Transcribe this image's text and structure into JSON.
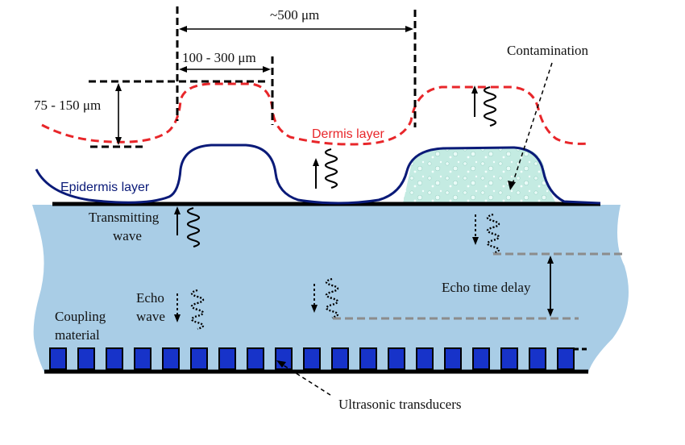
{
  "labels": {
    "width_500": "~500 μm",
    "width_100_300": "100 - 300 μm",
    "height_75_150": "75 - 150 μm",
    "contamination": "Contamination",
    "dermis_layer": "Dermis layer",
    "epidermis_layer": "Epidermis layer",
    "transmitting_wave_1": "Transmitting",
    "transmitting_wave_2": "wave",
    "echo_wave_1": "Echo",
    "echo_wave_2": "wave",
    "coupling_material_1": "Coupling",
    "coupling_material_2": "material",
    "echo_time_delay": "Echo time delay",
    "ultrasonic_transducers": "Ultrasonic transducers"
  },
  "colors": {
    "dermis": "#e8262a",
    "epidermis": "#0a1a78",
    "coupling": "#a9cde6",
    "transducer": "#1733c9",
    "contamination": "#c9ece4",
    "dashed_gray": "#8c8c8c",
    "ink": "#000000"
  },
  "transducer_count": 19
}
